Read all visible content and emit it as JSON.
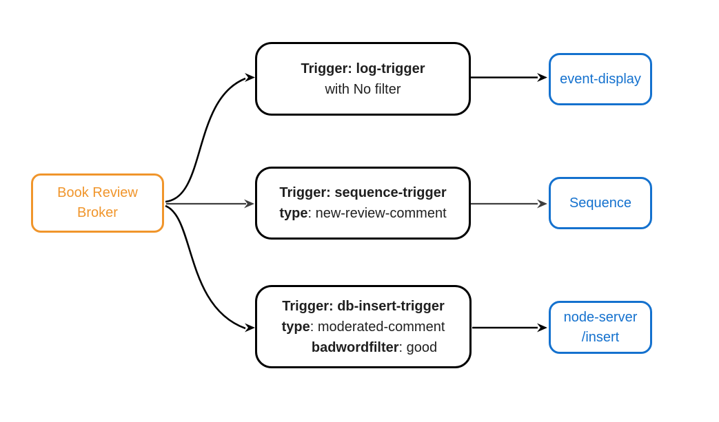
{
  "diagram": {
    "type": "flowchart",
    "direction": "left-to-right",
    "colors": {
      "background": "#ffffff",
      "broker": "#F0952B",
      "trigger": "#000000",
      "sink": "#1471CE",
      "text_dark": "#1F1F1F",
      "edge_black": "#000000",
      "edge_gray": "#3E3E3E"
    },
    "nodes": {
      "broker": {
        "line1": "Book Review",
        "line2": "Broker"
      },
      "trigger_log": {
        "title": "Trigger: log-trigger",
        "filter_note": "with No filter"
      },
      "trigger_sequence": {
        "title": "Trigger: sequence-trigger",
        "attr_key": "type",
        "attr_value": ": new-review-comment"
      },
      "trigger_db_insert": {
        "title": "Trigger: db-insert-trigger",
        "attr1_key": "type",
        "attr1_value": ": moderated-comment",
        "attr2_key": "badwordfilter",
        "attr2_value": ": good"
      },
      "sink_event_display": {
        "label": "event-display"
      },
      "sink_sequence": {
        "label": "Sequence"
      },
      "sink_node_server": {
        "line1": "node-server",
        "line2": "/insert"
      }
    },
    "edges": [
      {
        "from": "broker",
        "to": "trigger_log",
        "color": "black",
        "style": "curved"
      },
      {
        "from": "broker",
        "to": "trigger_sequence",
        "color": "gray",
        "style": "straight"
      },
      {
        "from": "broker",
        "to": "trigger_db_insert",
        "color": "black",
        "style": "curved"
      },
      {
        "from": "trigger_log",
        "to": "sink_event_display",
        "color": "black",
        "style": "straight"
      },
      {
        "from": "trigger_sequence",
        "to": "sink_sequence",
        "color": "gray",
        "style": "straight"
      },
      {
        "from": "trigger_db_insert",
        "to": "sink_node_server",
        "color": "black",
        "style": "straight"
      }
    ]
  }
}
